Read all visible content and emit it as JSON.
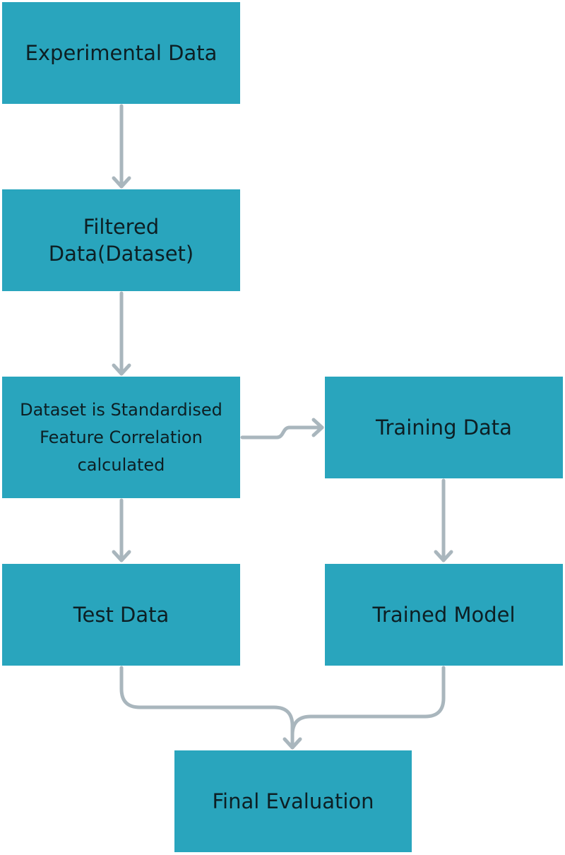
{
  "colors": {
    "box_fill": "#29a5bd",
    "arrow": "#a9b6bd",
    "text": "#0d1f24"
  },
  "nodes": {
    "experimental_data": {
      "lines": [
        "Experimental Data"
      ]
    },
    "filtered_data": {
      "lines": [
        "Filtered",
        "Data(Dataset)"
      ]
    },
    "standardised": {
      "lines": [
        "Dataset is Standardised",
        "Feature Correlation",
        "calculated"
      ]
    },
    "training_data": {
      "lines": [
        "Training Data"
      ]
    },
    "test_data": {
      "lines": [
        "Test Data"
      ]
    },
    "trained_model": {
      "lines": [
        "Trained Model"
      ]
    },
    "final_evaluation": {
      "lines": [
        "Final Evaluation"
      ]
    }
  }
}
